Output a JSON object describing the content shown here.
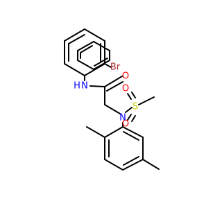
{
  "molecule": {
    "atoms": [
      {
        "id": "Br",
        "label": "Br",
        "color": "#a52a2a"
      },
      {
        "id": "NH",
        "label": "N",
        "sublabel": "H",
        "color": "#0000ff"
      },
      {
        "id": "O_carbonyl",
        "label": "O",
        "color": "#ff0000"
      },
      {
        "id": "O_sulfonyl_1",
        "label": "O",
        "color": "#ff0000"
      },
      {
        "id": "O_sulfonyl_2",
        "label": "O",
        "color": "#ff0000"
      },
      {
        "id": "S",
        "label": "S",
        "color": "#cccc00"
      },
      {
        "id": "N_sulfonamide",
        "label": "N",
        "color": "#0000ff"
      }
    ],
    "bond_color": "#000000",
    "background": "#ffffff"
  }
}
